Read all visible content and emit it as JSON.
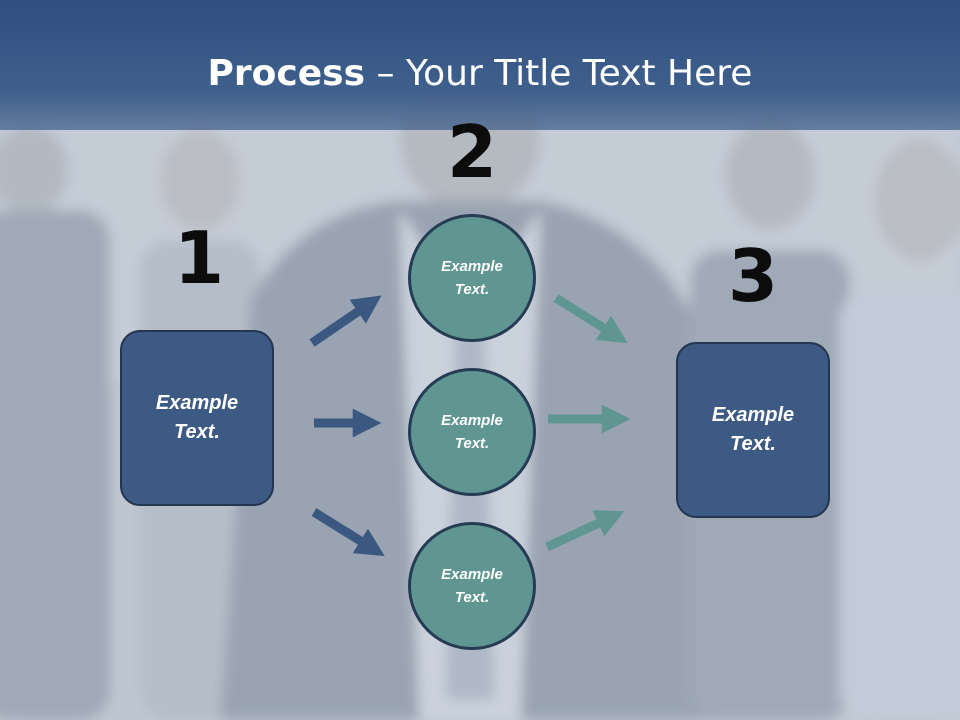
{
  "colors": {
    "header": "#3f5f8d",
    "box_fill": "#3d5a85",
    "circle_fill": "#5f9692",
    "left_arrow": "#3a5880",
    "right_arrow": "#5f9692"
  },
  "title": {
    "bold": "Process",
    "rest": " – Your Title Text Here"
  },
  "steps": {
    "one": {
      "number": "1",
      "text": "Example\nText."
    },
    "two": {
      "number": "2",
      "circles": [
        {
          "text": "Example\nText."
        },
        {
          "text": "Example\nText."
        },
        {
          "text": "Example\nText."
        }
      ]
    },
    "three": {
      "number": "3",
      "text": "Example\nText."
    }
  }
}
